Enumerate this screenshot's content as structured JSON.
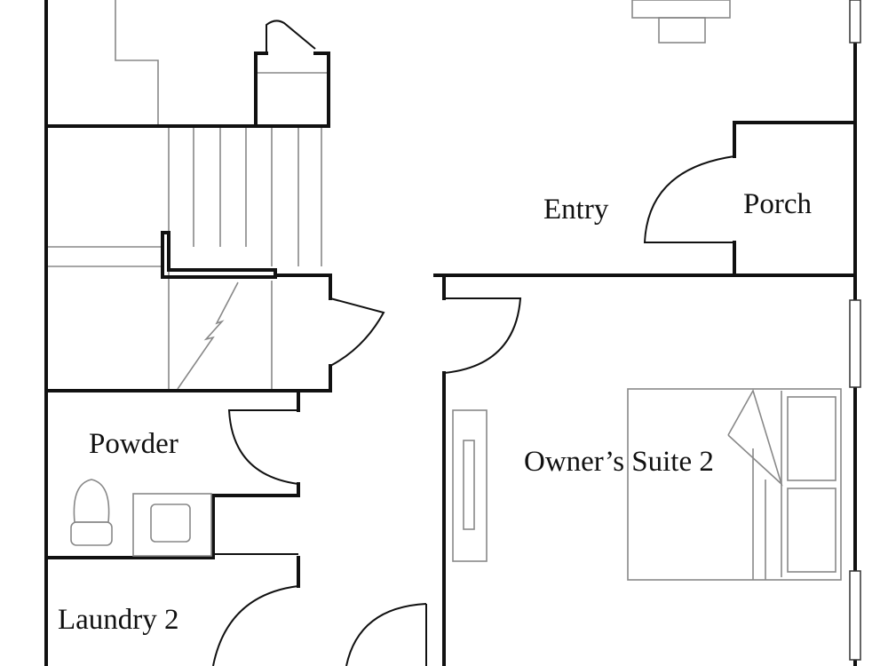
{
  "rooms": {
    "entry": "Entry",
    "porch": "Porch",
    "powder": "Powder",
    "owners_suite": "Owner’s Suite 2",
    "laundry": "Laundry 2"
  }
}
